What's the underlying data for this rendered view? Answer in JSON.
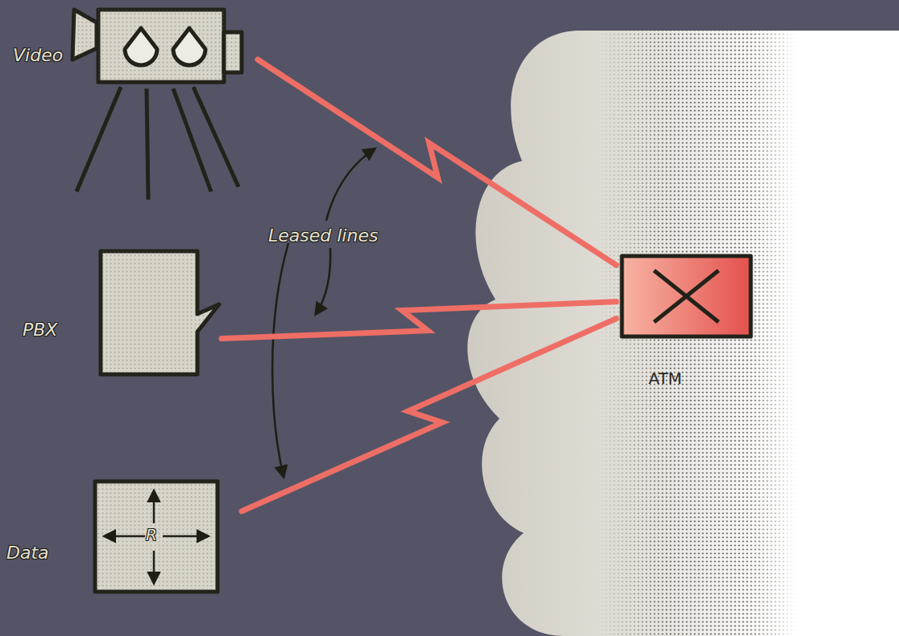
{
  "diagram": {
    "nodes": [
      {
        "text": [
          "Video"
        ]
      },
      {
        "text": [
          "PBX"
        ]
      },
      {
        "text": [
          "Data",
          "R"
        ]
      },
      {
        "text": [
          "ATM"
        ]
      }
    ],
    "edges": [
      {
        "from": 0,
        "to": 3,
        "arrow": "none"
      },
      {
        "from": 1,
        "to": 3,
        "arrow": "none"
      },
      {
        "from": 2,
        "to": 3,
        "arrow": "none"
      }
    ],
    "labels": [
      "Leased lines"
    ]
  }
}
